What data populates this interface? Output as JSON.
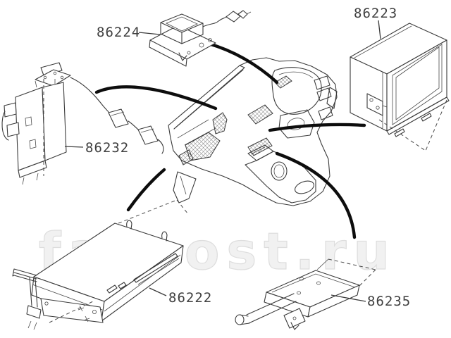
{
  "diagram": {
    "background_color": "#ffffff",
    "line_color": "#3a3a3a",
    "arrow_color": "#0d0d0d",
    "watermark": "farpost.ru",
    "part_labels": {
      "p86224": "86224",
      "p86223": "86223",
      "p86232": "86232",
      "p86222": "86222",
      "p86235": "86235"
    }
  }
}
